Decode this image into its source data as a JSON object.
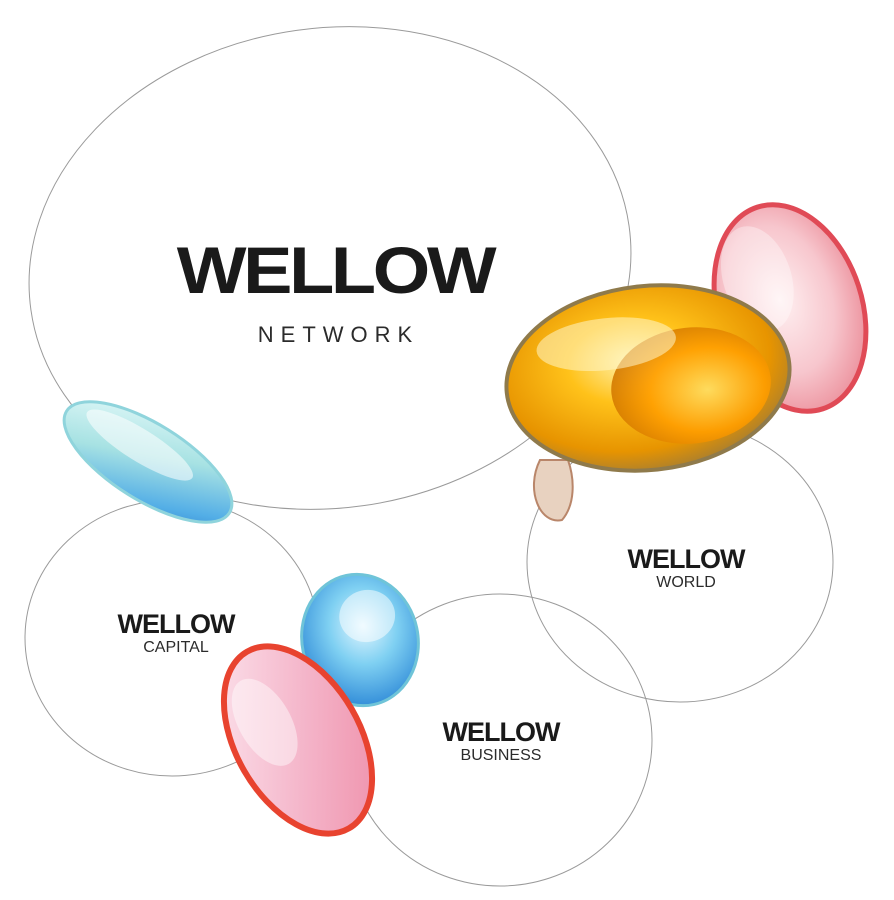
{
  "diagram": {
    "main": {
      "brand": "WELLOW",
      "sub": "NETWORK"
    },
    "nodes": [
      {
        "brand": "WELLOW",
        "sub": "WORLD"
      },
      {
        "brand": "WELLOW",
        "sub": "CAPITAL"
      },
      {
        "brand": "WELLOW",
        "sub": "BUSINESS"
      }
    ]
  },
  "colors": {
    "outline": "#9a9a9a",
    "text": "#1a1a1a",
    "lens_yellow": "#f5b400",
    "lens_pink": "#f3a3b4",
    "lens_red_rim": "#e8432f",
    "lens_blue": "#4aa8e6",
    "lens_cyan": "#a9e3e6"
  }
}
